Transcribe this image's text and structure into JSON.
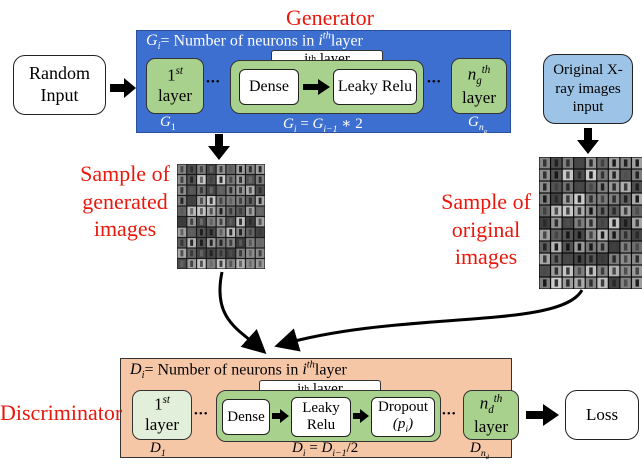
{
  "generator": {
    "title": "Generator",
    "neurons_caption": "= Number of neurons in",
    "neurons_caption_end": "layer",
    "ith_layer_label": "i",
    "ith_layer_suffix": "th layer",
    "first_layer_top": "1",
    "first_layer_sup": "st",
    "first_layer_bottom": "layer",
    "dense_label": "Dense",
    "leaky_label": "Leaky Relu",
    "last_layer_bottom": "layer",
    "ellipsis": "•••",
    "g1_label": "G",
    "gi_formula_rhs": "∗ 2"
  },
  "random_input": {
    "line1": "Random",
    "line2": "Input"
  },
  "original_input": {
    "line1": "Original X-",
    "line2": "ray images",
    "line3": "input"
  },
  "sample_generated": {
    "line1": "Sample of",
    "line2": "generated",
    "line3": "images"
  },
  "sample_original": {
    "line1": "Sample of",
    "line2": "original",
    "line3": "images"
  },
  "discriminator": {
    "side_label": "Discriminator",
    "neurons_caption": "= Number of neurons in",
    "neurons_caption_end": "layer",
    "ith_layer_label": "i",
    "ith_layer_suffix": "th layer",
    "first_layer_top": "1",
    "first_layer_sup": "st",
    "first_layer_bottom": "layer",
    "dense_label": "Dense",
    "leaky_line1": "Leaky",
    "leaky_line2": "Relu",
    "dropout_line1": "Dropout",
    "last_layer_bottom": "layer",
    "ellipsis": "•••",
    "di_formula_rhs": "/2"
  },
  "loss": {
    "label": "Loss"
  },
  "colors": {
    "generator_bg": "#3d6fd0",
    "discriminator_bg": "#f6c7a7",
    "green_layer": "#a9d18e",
    "light_green_layer": "#e2efda",
    "original_input_bg": "#9dc3e6",
    "title_red": "#e8180c"
  }
}
